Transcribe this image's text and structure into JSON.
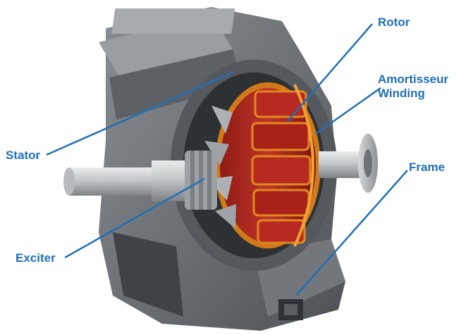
{
  "labels": {
    "rotor": "Rotor",
    "amortisseur_line1": "Amortisseur",
    "amortisseur_line2": "Winding",
    "stator": "Stator",
    "frame": "Frame",
    "exciter": "Exciter"
  },
  "colors": {
    "label_text": "#1f6fb7",
    "leader_line": "#1f6fb7",
    "rotor_red": "#b3261e",
    "winding_copper": "#e08a1e",
    "housing_gray": "#6f7377",
    "shaft_silver": "#c9ccce"
  },
  "icons": {
    "machine": "synchronous-generator-cutaway"
  }
}
